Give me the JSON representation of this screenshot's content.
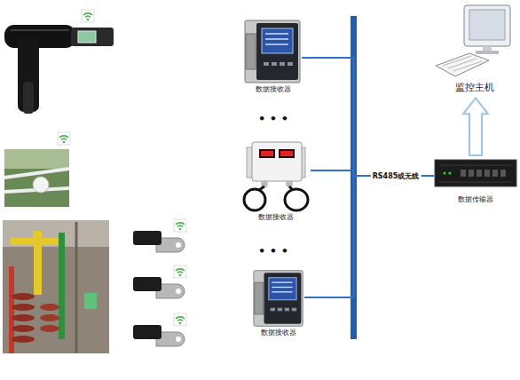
{
  "diagram": {
    "nodes": [
      {
        "text": [
          "数据接收器"
        ]
      },
      {
        "text": [
          "数据接收器"
        ]
      },
      {
        "text": [
          "数据接收器"
        ]
      },
      {
        "text": [
          "数据传输器"
        ]
      },
      {
        "text": [
          "监控主机"
        ]
      }
    ],
    "edges": [
      {
        "from": 0,
        "to": 3,
        "arrow": "none"
      },
      {
        "from": 1,
        "to": 3,
        "arrow": "none"
      },
      {
        "from": 2,
        "to": 3,
        "arrow": "none"
      },
      {
        "from": 3,
        "to": 4,
        "arrow": "to"
      }
    ],
    "labels": [
      "• • •",
      "• • •",
      "RS485或无线"
    ]
  }
}
